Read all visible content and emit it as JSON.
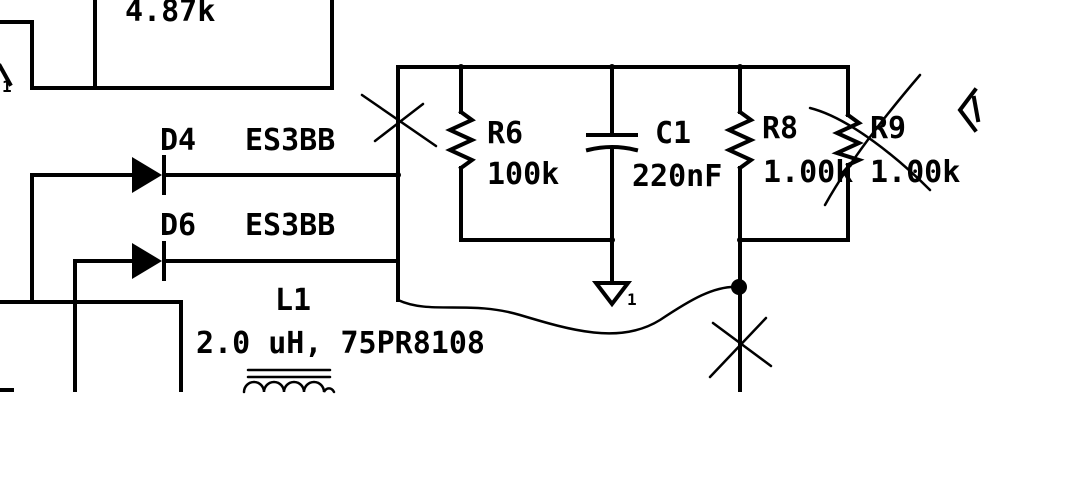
{
  "components": {
    "top_resistor": {
      "value": "4.87k"
    },
    "d4": {
      "ref": "D4",
      "part": "ES3BB"
    },
    "d6": {
      "ref": "D6",
      "part": "ES3BB"
    },
    "l1": {
      "ref": "L1",
      "value": "2.0 uH, 75PR8108"
    },
    "r6": {
      "ref": "R6",
      "value": "100k"
    },
    "c1": {
      "ref": "C1",
      "value": "220nF"
    },
    "r8": {
      "ref": "R8",
      "value": "1.00k"
    },
    "r9": {
      "ref": "R9",
      "value": "1.00k"
    }
  },
  "grounds": {
    "left_label": "1",
    "c1_label": "1"
  }
}
